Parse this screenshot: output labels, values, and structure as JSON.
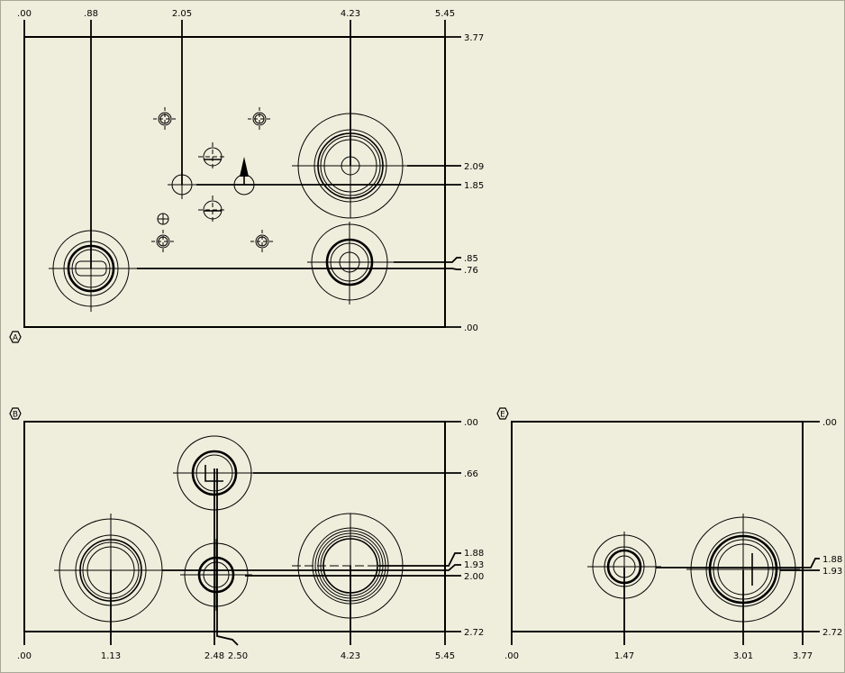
{
  "view_a": {
    "label": "A",
    "x_dims": [
      ".00",
      ".88",
      "2.05",
      "4.23",
      "5.45"
    ],
    "y_dims": [
      "3.77",
      "2.09",
      "1.85",
      ".85",
      ".76",
      ".00"
    ]
  },
  "view_b": {
    "label": "B",
    "x_dims": [
      ".00",
      "1.13",
      "2.48",
      "2.50",
      "4.23",
      "5.45"
    ],
    "y_dims": [
      ".00",
      ".66",
      "1.88",
      "1.93",
      "2.00",
      "2.72"
    ]
  },
  "view_e": {
    "label": "E",
    "x_dims": [
      ".00",
      "1.47",
      "3.01",
      "3.77"
    ],
    "y_dims": [
      ".00",
      "1.88",
      "1.93",
      "2.72"
    ]
  },
  "colors": {
    "background": "#efeedc",
    "lines": "#000000"
  }
}
